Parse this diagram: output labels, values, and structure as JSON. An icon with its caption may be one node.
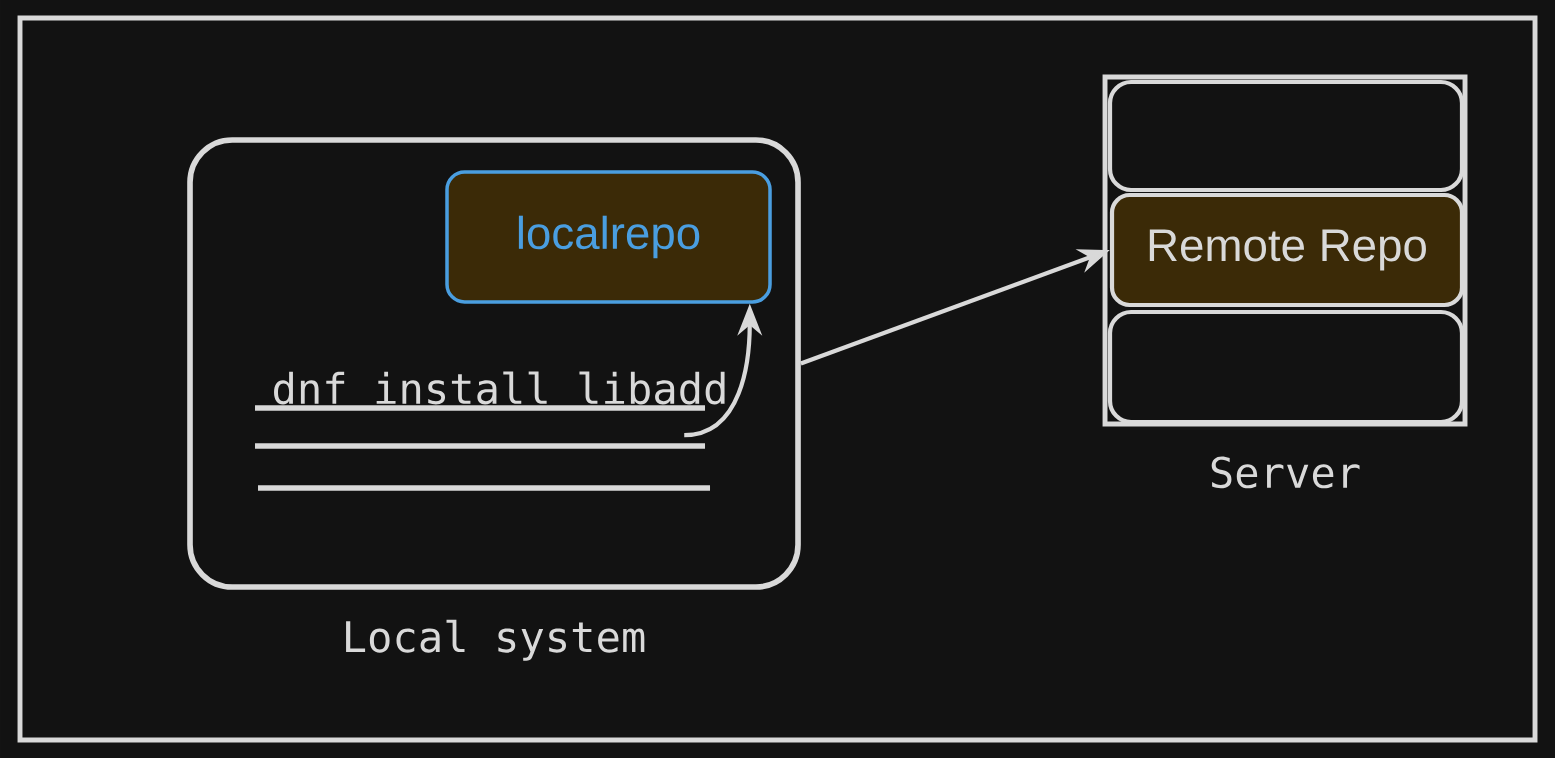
{
  "diagram": {
    "nodes": [
      {
        "text": [
          "Local system"
        ]
      },
      {
        "text": [
          "localrepo"
        ],
        "in": 0
      },
      {
        "text": [
          "dnf install libadd"
        ],
        "in": 0
      },
      {
        "text": [
          "Server"
        ]
      },
      {
        "text": [],
        "shape": "box",
        "in": 3
      },
      {
        "text": [
          "Remote Repo"
        ],
        "in": 3
      },
      {
        "text": [],
        "shape": "box",
        "in": 3
      }
    ],
    "edges": [
      {
        "from": 2,
        "to": 1,
        "arrow": "to"
      },
      {
        "from": 0,
        "to": 5,
        "arrow": "to"
      }
    ]
  }
}
